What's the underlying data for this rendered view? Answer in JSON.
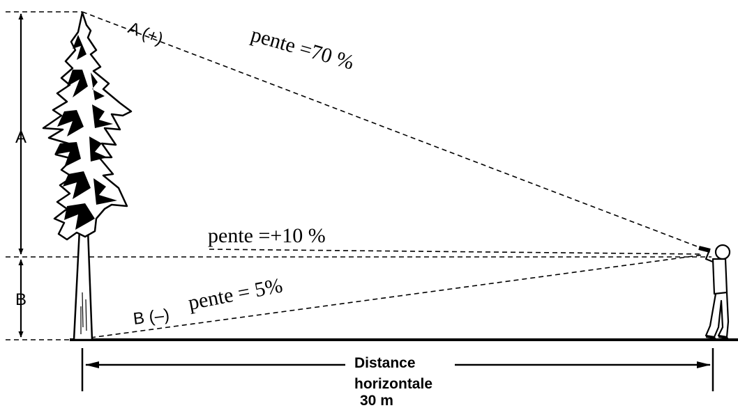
{
  "labels": {
    "dim_a": "A",
    "dim_b": "B",
    "ray_a": "A (+)",
    "ray_b": "B (–)",
    "slope_top": "pente =70 %",
    "slope_mid": "pente =+10 %",
    "slope_low": "pente = 5%",
    "distance_line1": "Distance",
    "distance_line2": "horizontale",
    "distance_line3": "30 m"
  },
  "colors": {
    "ink": "#000000",
    "background": "#ffffff"
  }
}
